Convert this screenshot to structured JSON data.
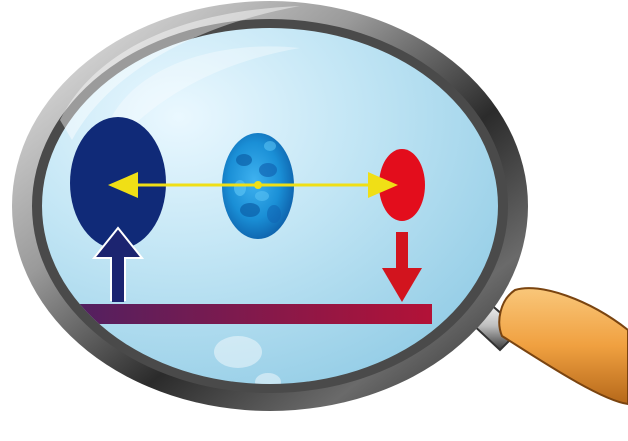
{
  "diagram": {
    "subject": "magnifying-glass-with-particles",
    "colors": {
      "background": "#ffffff",
      "rim_dark": "#2b2b2b",
      "rim_light": "#e6e6e6",
      "lens": "#bfe3f3",
      "handle": "#f0a040",
      "handle_dark": "#b5681a",
      "large_particle": "#102a78",
      "center_particle": "#1a8fd6",
      "small_particle": "#e30d1c",
      "horizontal_arrow": "#f0df16",
      "up_arrow": "#1c2470",
      "down_arrow": "#d2141e",
      "bar_left": "#522060",
      "bar_right": "#b31237"
    },
    "icons": {
      "magnifier": "magnifying-glass-icon",
      "large_particle": "large-dark-blue-oval",
      "center_particle": "mottled-blue-oval",
      "small_particle": "small-red-oval",
      "up_arrow": "up-arrow",
      "down_arrow": "down-arrow",
      "base": "gradient-bar"
    }
  }
}
